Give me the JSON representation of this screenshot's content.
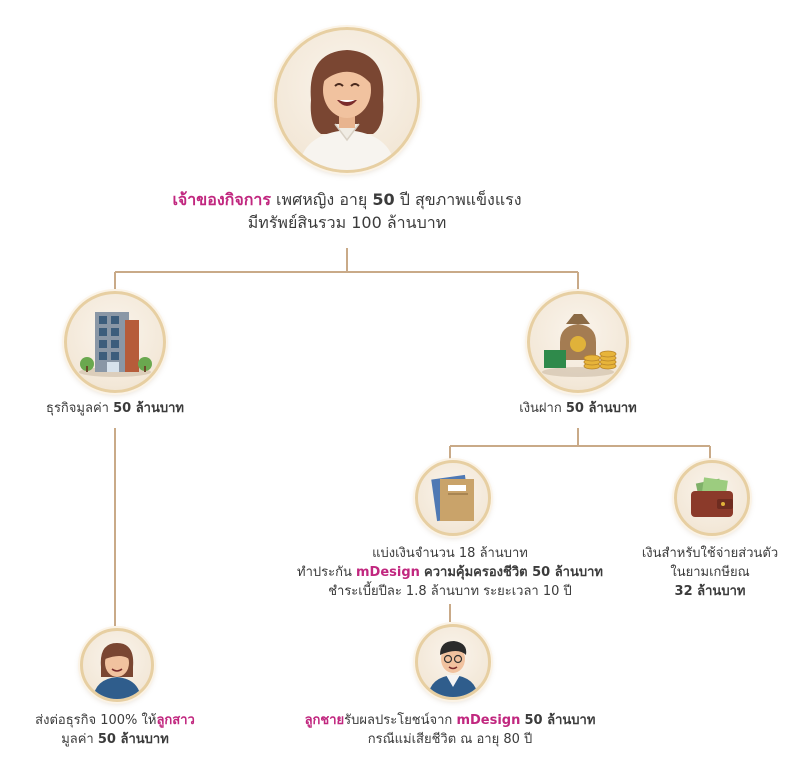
{
  "colors": {
    "accent": "#c1277f",
    "line": "#c9aa88",
    "ring": "#e7cfa2"
  },
  "owner": {
    "icon": "woman-avatar-icon",
    "role": "เจ้าของกิจการ",
    "gender": "เพศหญิง",
    "age_prefix": "อายุ",
    "age": "50",
    "age_unit": "ปี",
    "health": "สุขภาพแข็งแรง",
    "assets": "มีทรัพย์สินรวม 100 ล้านบาท"
  },
  "business": {
    "icon": "office-building-icon",
    "label": "ธุรกิจมูลค่า",
    "value": "50 ล้านบาท"
  },
  "deposit": {
    "icon": "money-bag-coins-icon",
    "label": "เงินฝาก",
    "value": "50 ล้านบาท"
  },
  "insurance": {
    "icon": "insurance-document-icon",
    "line1": "แบ่งเงินจำนวน 18 ล้านบาท",
    "line2_prefix": "ทำประกัน",
    "product": "mDesign",
    "line2_suffix": "ความคุ้มครองชีวิต 50 ล้านบาท",
    "line3": "ชำระเบี้ยปีละ 1.8 ล้านบาท ระยะเวลา 10 ปี"
  },
  "retirement": {
    "icon": "wallet-icon",
    "line1": "เงินสำหรับใช้จ่ายส่วนตัว",
    "line2": "ในยามเกษียณ",
    "value": "32 ล้านบาท"
  },
  "daughter": {
    "icon": "daughter-avatar-icon",
    "line1_prefix": "ส่งต่อธุรกิจ 100% ให้",
    "heir": "ลูกสาว",
    "line2_prefix": "มูลค่า",
    "value": "50 ล้านบาท"
  },
  "son": {
    "icon": "son-avatar-icon",
    "heir": "ลูกชาย",
    "line1_mid": "รับผลประโยชน์จาก",
    "product": "mDesign",
    "value": "50 ล้านบาท",
    "line2": "กรณีแม่เสียชีวิต ณ อายุ 80 ปี"
  }
}
